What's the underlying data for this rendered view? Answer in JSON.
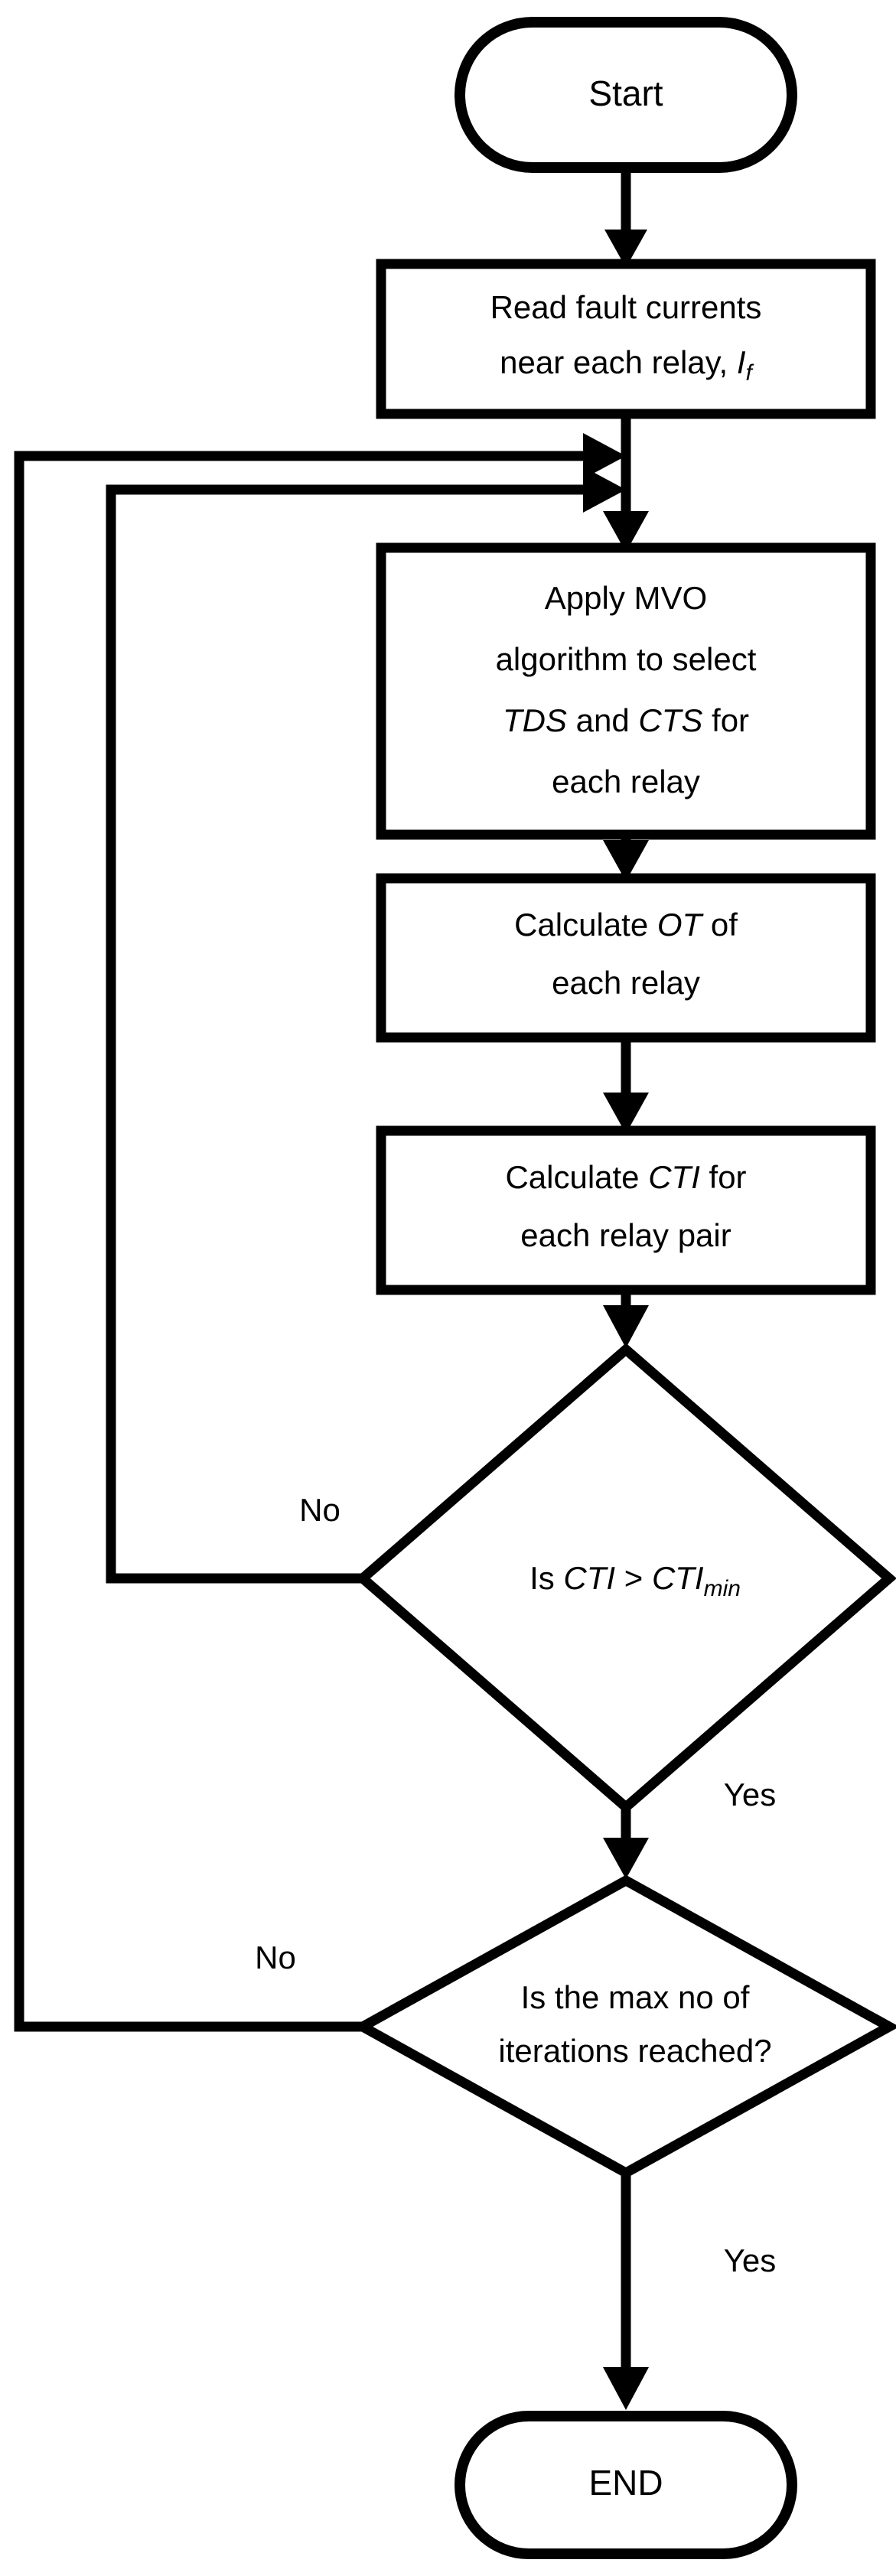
{
  "diagram": {
    "title": "MVO relay coordination flowchart",
    "type": "flowchart",
    "orientation": "top-to-bottom",
    "colors": {
      "background": "#ffffff",
      "stroke": "#000000",
      "fill": "#ffffff",
      "text": "#000000"
    }
  },
  "nodes": {
    "start": {
      "shape": "terminator",
      "label": "Start"
    },
    "read_currents": {
      "shape": "process",
      "line1": "Read fault currents",
      "line2_prefix": "near each relay, ",
      "line2_var": "I",
      "line2_sub": "f"
    },
    "apply_mvo": {
      "shape": "process",
      "line1": "Apply MVO",
      "line2": "algorithm to select",
      "line3_var1": "TDS",
      "line3_mid": " and ",
      "line3_var2": "CTS",
      "line3_tail": " for",
      "line4": "each relay"
    },
    "calc_ot": {
      "shape": "process",
      "line1_prefix": "Calculate ",
      "line1_var": "OT",
      "line1_tail": " of",
      "line2": "each relay"
    },
    "calc_cti": {
      "shape": "process",
      "line1_prefix": "Calculate ",
      "line1_var": "CTI",
      "line1_tail": " for",
      "line2": "each relay pair"
    },
    "decision_cti": {
      "shape": "decision",
      "prefix": "Is ",
      "var1": "CTI",
      "operator": " > ",
      "var2": "CTI",
      "sub": "min"
    },
    "decision_iter": {
      "shape": "decision",
      "line1": "Is the max no of",
      "line2": "iterations reached?"
    },
    "end": {
      "shape": "terminator",
      "label": "END"
    }
  },
  "edge_labels": {
    "cti_no": "No",
    "cti_yes": "Yes",
    "iter_no": "No",
    "iter_yes": "Yes"
  },
  "edges": [
    {
      "from": "start",
      "to": "read_currents",
      "label": ""
    },
    {
      "from": "read_currents",
      "to": "apply_mvo",
      "label": ""
    },
    {
      "from": "apply_mvo",
      "to": "calc_ot",
      "label": ""
    },
    {
      "from": "calc_ot",
      "to": "calc_cti",
      "label": ""
    },
    {
      "from": "calc_cti",
      "to": "decision_cti",
      "label": ""
    },
    {
      "from": "decision_cti",
      "to": "apply_mvo",
      "label": "No"
    },
    {
      "from": "decision_cti",
      "to": "decision_iter",
      "label": "Yes"
    },
    {
      "from": "decision_iter",
      "to": "apply_mvo",
      "label": "No"
    },
    {
      "from": "decision_iter",
      "to": "end",
      "label": "Yes"
    }
  ]
}
